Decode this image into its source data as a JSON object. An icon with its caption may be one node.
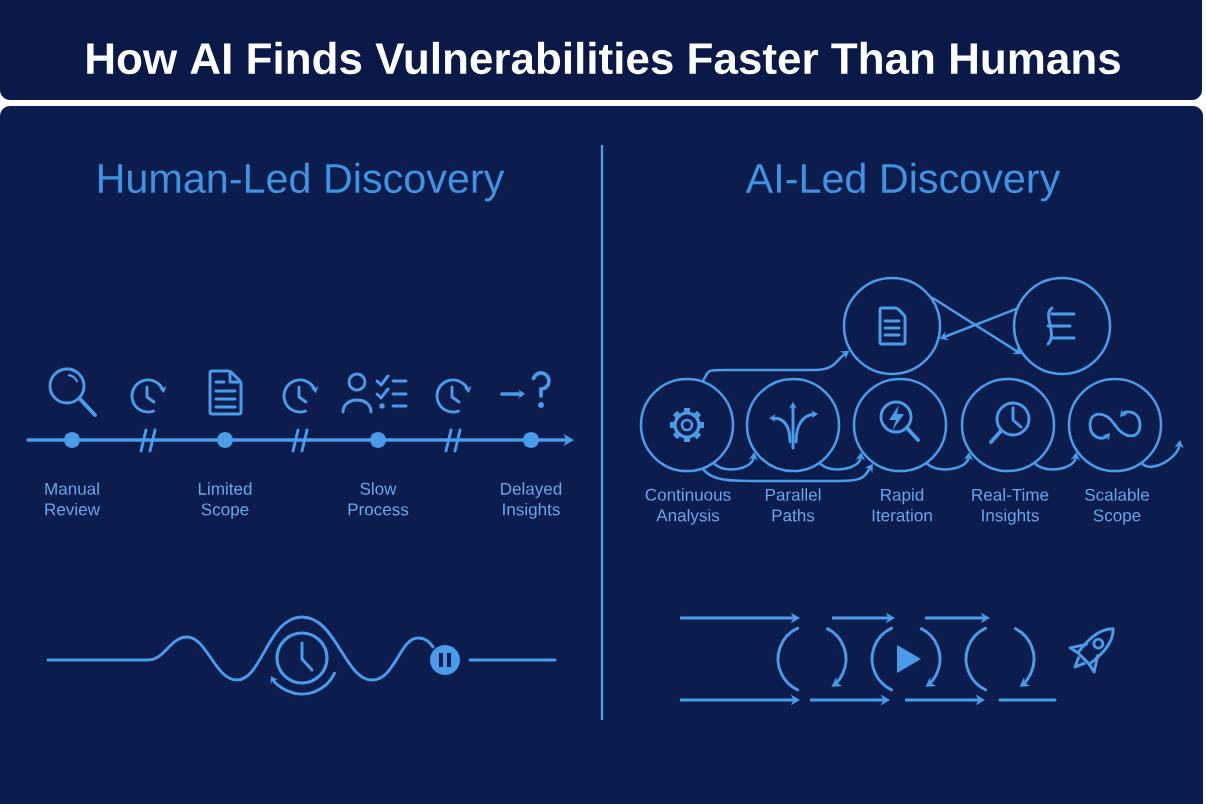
{
  "diagram": {
    "title": "How AI Finds Vulnerabilities Faster Than Humans",
    "nodes": [
      {
        "text": [],
        "shape": "circle",
        "beside": [
          "Manual Review"
        ]
      },
      {
        "text": [],
        "shape": "circle",
        "beside": [
          "Limited Scope"
        ]
      },
      {
        "text": [],
        "shape": "circle",
        "beside": [
          "Slow Process"
        ]
      },
      {
        "text": [],
        "shape": "circle",
        "beside": [
          "Delayed Insights"
        ]
      },
      {
        "text": [],
        "shape": "circle",
        "beside": [
          "Continuous Analysis"
        ]
      },
      {
        "text": [],
        "shape": "circle",
        "beside": [
          "Parallel Paths"
        ]
      },
      {
        "text": [],
        "shape": "circle",
        "beside": [
          "Rapid Iteration"
        ]
      },
      {
        "text": [],
        "shape": "circle",
        "beside": [
          "Real-Time Insights"
        ]
      },
      {
        "text": [],
        "shape": "circle",
        "beside": [
          "Scalable Scope"
        ]
      },
      {
        "text": [],
        "shape": "circle"
      },
      {
        "text": [],
        "shape": "circle"
      }
    ],
    "edges": [
      {
        "from": null,
        "to": 0,
        "arrow": "none"
      },
      {
        "from": 0,
        "to": 1,
        "arrow": "none"
      },
      {
        "from": 1,
        "to": 2,
        "arrow": "none"
      },
      {
        "from": 2,
        "to": 3,
        "arrow": "none"
      },
      {
        "from": 3,
        "to": null,
        "arrow": "to"
      },
      {
        "from": 4,
        "to": 5,
        "arrow": "to"
      },
      {
        "from": 5,
        "to": 6,
        "arrow": "to"
      },
      {
        "from": 6,
        "to": 7,
        "arrow": "to"
      },
      {
        "from": 7,
        "to": 8,
        "arrow": "to"
      },
      {
        "from": 8,
        "to": null,
        "arrow": "to"
      },
      {
        "from": 4,
        "to": 9,
        "arrow": "to"
      },
      {
        "from": 4,
        "to": 6,
        "arrow": "to"
      },
      {
        "from": 9,
        "to": 10,
        "arrow": "to"
      },
      {
        "from": 10,
        "to": 9,
        "arrow": "to"
      }
    ],
    "labels": [
      "Human-Led Discovery",
      "AI-Led Discovery"
    ]
  }
}
